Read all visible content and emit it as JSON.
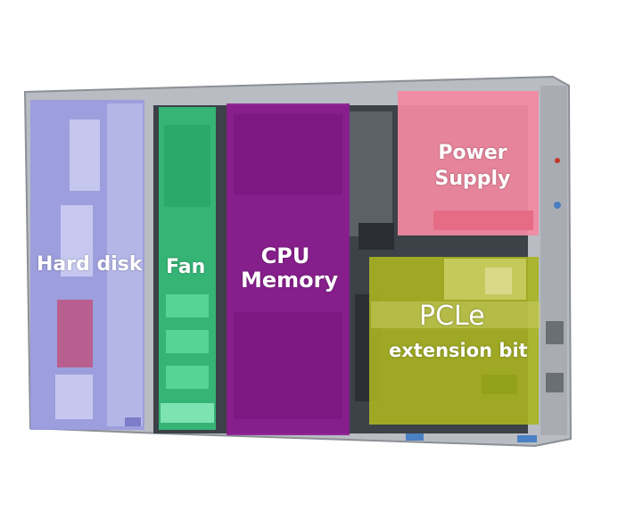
{
  "image": {
    "subject": "server-chassis-top-view",
    "regions": [
      {
        "key": "hard_disk",
        "label": "Hard disk",
        "color": "#8e8edc"
      },
      {
        "key": "fan",
        "label": "Fan",
        "color": "#2fbf7a"
      },
      {
        "key": "cpu_memory",
        "label_line1": "CPU",
        "label_line2": "Memory",
        "color": "#8a1a8e"
      },
      {
        "key": "power_supply",
        "label_line1": "Power",
        "label_line2": "Supply",
        "color": "#f07a90"
      },
      {
        "key": "pcie",
        "label_line1": "PCLe",
        "label_line2": "extension bit",
        "color": "#a6b21e"
      }
    ]
  }
}
